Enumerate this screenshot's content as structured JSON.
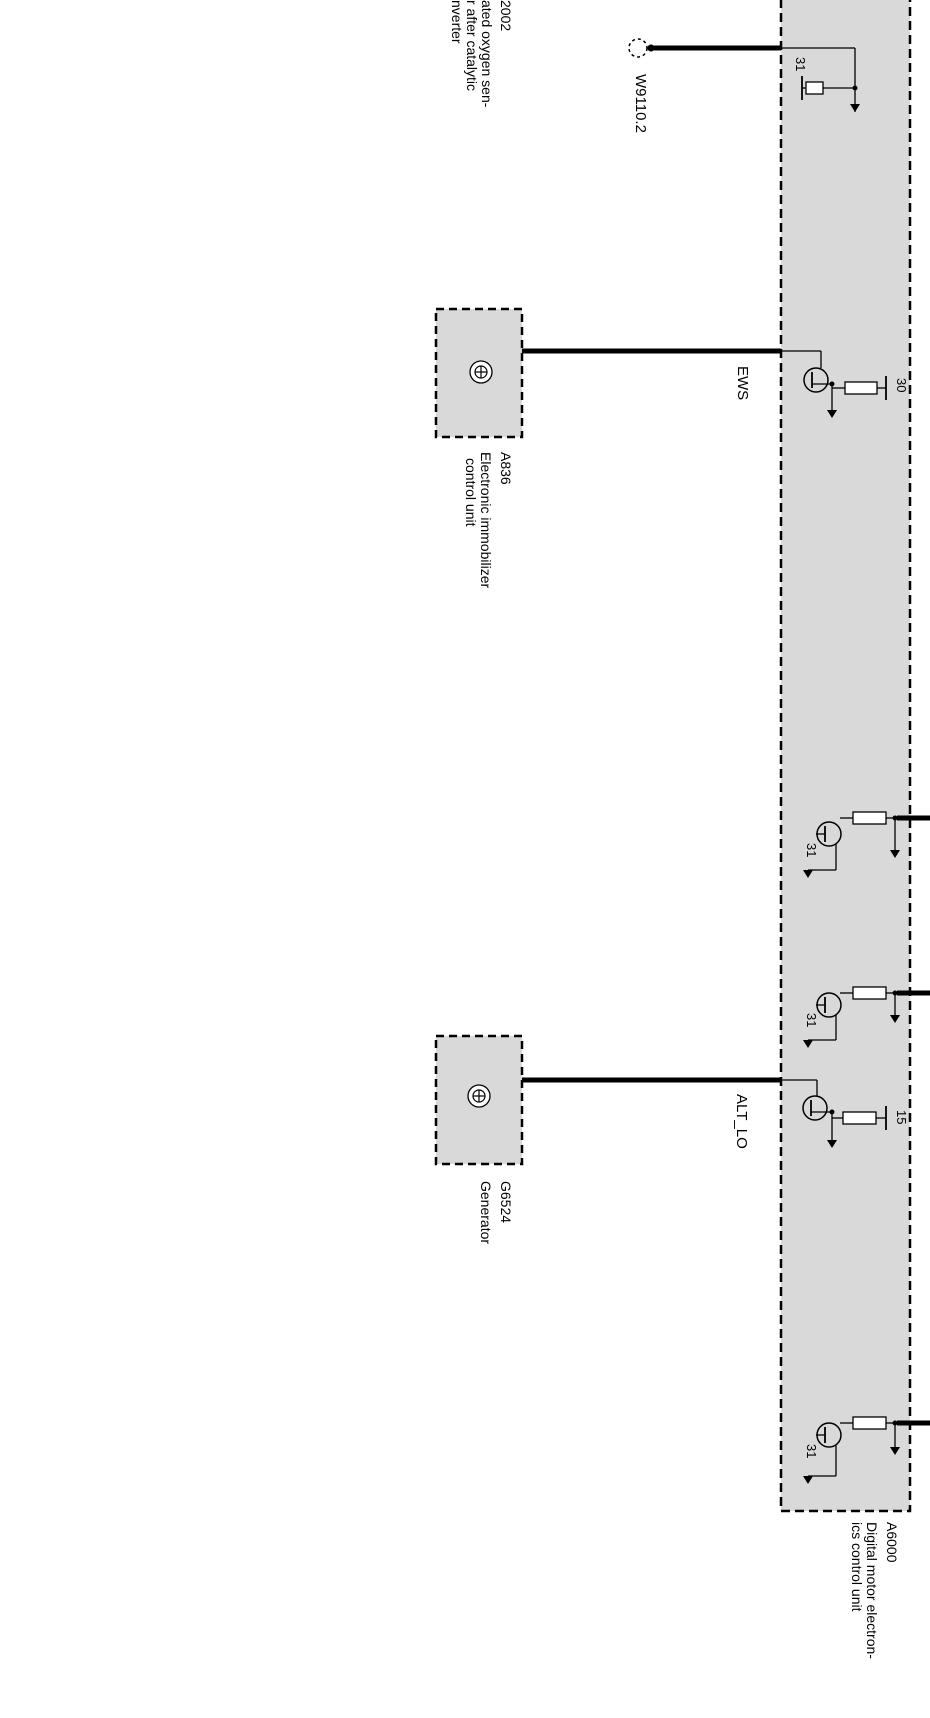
{
  "labels": {
    "sensor_code": "2002",
    "sensor_desc_1": "ated oxygen sen-",
    "sensor_desc_2": "r after catalytic",
    "sensor_desc_3": "nverter",
    "w9110": "W9110.2",
    "ews_signal": "EWS",
    "a836_code": "A836",
    "a836_desc_1": "Electronic immobilizer",
    "a836_desc_2": "control unit",
    "alt_signal": "ALT_LO",
    "g6524_code": "G6524",
    "g6524_desc": "Generator",
    "a6000_code": "A6000",
    "a6000_desc_1": "Digital motor electron-",
    "a6000_desc_2": "ics control unit"
  },
  "pins": {
    "p_top": "31",
    "p_ews": "30",
    "p_t1": "31",
    "p_t2": "31",
    "p_alt": "15",
    "p_t3": "31"
  },
  "colors": {
    "module_fill": "#d9d9d9",
    "wire": "#000000"
  }
}
